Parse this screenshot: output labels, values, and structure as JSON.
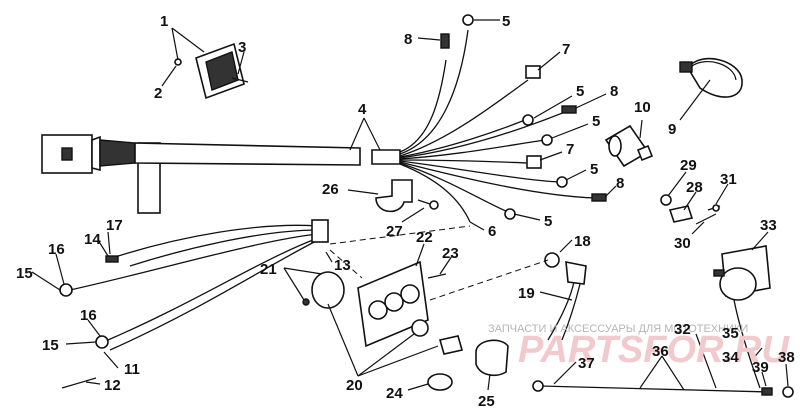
{
  "callouts": {
    "n1": "1",
    "n2": "2",
    "n3": "3",
    "n4": "4",
    "n5a": "5",
    "n5b": "5",
    "n5c": "5",
    "n5d": "5",
    "n5e": "5",
    "n6": "6",
    "n7a": "7",
    "n7b": "7",
    "n8a": "8",
    "n8b": "8",
    "n8c": "8",
    "n9": "9",
    "n10": "10",
    "n11": "11",
    "n12": "12",
    "n13": "13",
    "n14": "14",
    "n15a": "15",
    "n15b": "15",
    "n16a": "16",
    "n16b": "16",
    "n17": "17",
    "n18": "18",
    "n19": "19",
    "n20": "20",
    "n21": "21",
    "n22": "22",
    "n23": "23",
    "n24": "24",
    "n25": "25",
    "n26": "26",
    "n27": "27",
    "n28": "28",
    "n29": "29",
    "n30": "30",
    "n31": "31",
    "n32": "32",
    "n33": "33",
    "n34": "34",
    "n35": "35",
    "n36": "36",
    "n37": "37",
    "n38": "38",
    "n39": "39"
  },
  "watermark": {
    "text": "ЗАПЧАСТИ И АКСЕССУАРЫ ДЛЯ МОТОТЕХНИКИ",
    "logo": "PARTSFOR.RU"
  }
}
